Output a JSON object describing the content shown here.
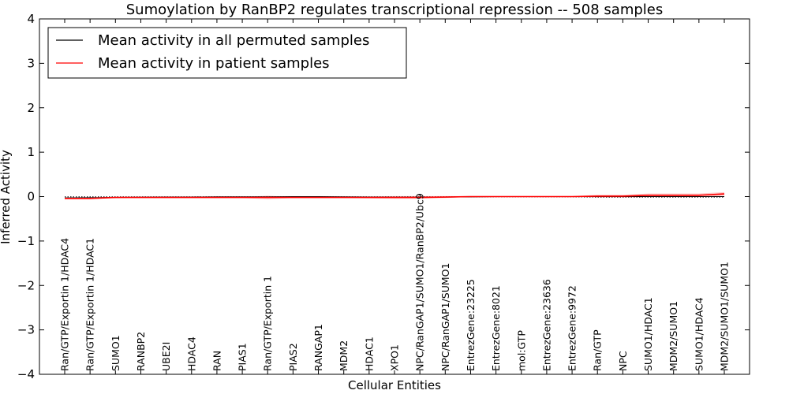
{
  "chart_data": {
    "type": "line",
    "title": "Sumoylation by RanBP2 regulates transcriptional repression -- 508 samples",
    "xlabel": "Cellular Entities",
    "ylabel": "Inferred Activity",
    "ylim": [
      -4,
      4
    ],
    "yticks": [
      -4,
      -3,
      -2,
      -1,
      0,
      1,
      2,
      3,
      4
    ],
    "ytick_labels": [
      "−4",
      "−3",
      "−2",
      "−1",
      "0",
      "1",
      "2",
      "3",
      "4"
    ],
    "grid": false,
    "legend_position": "top-left",
    "categories": [
      "Ran/GTP/Exportin 1/HDAC4",
      "Ran/GTP/Exportin 1/HDAC1",
      "SUMO1",
      "RANBP2",
      "UBE2I",
      "HDAC4",
      "RAN",
      "PIAS1",
      "Ran/GTP/Exportin 1",
      "PIAS2",
      "RANGAP1",
      "MDM2",
      "HDAC1",
      "XPO1",
      "NPC/RanGAP1/SUMO1/RanBP2/Ubc9",
      "NPC/RanGAP1/SUMO1",
      "EntrezGene:23225",
      "EntrezGene:8021",
      "mol:GTP",
      "EntrezGene:23636",
      "EntrezGene:9972",
      "Ran/GTP",
      "NPC",
      "SUMO1/HDAC1",
      "MDM2/SUMO1",
      "SUMO1/HDAC4",
      "MDM2/SUMO1/SUMO1"
    ],
    "series": [
      {
        "name": "Mean activity in all permuted samples",
        "color": "#000000",
        "values": [
          -0.03,
          -0.025,
          -0.02,
          -0.015,
          -0.01,
          -0.01,
          -0.005,
          -0.005,
          -0.005,
          0.0,
          0.0,
          -0.005,
          -0.01,
          -0.015,
          -0.015,
          -0.01,
          -0.005,
          0.0,
          0.0,
          0.0,
          0.0,
          0.0,
          0.0,
          0.0,
          0.0,
          0.0,
          0.0
        ]
      },
      {
        "name": "Mean activity in patient samples",
        "color": "#ff0000",
        "values": [
          -0.04,
          -0.04,
          -0.02,
          -0.02,
          -0.02,
          -0.02,
          -0.02,
          -0.02,
          -0.02,
          -0.02,
          -0.02,
          -0.02,
          -0.02,
          -0.02,
          -0.02,
          -0.01,
          0.0,
          0.0,
          0.0,
          0.0,
          0.0,
          0.01,
          0.01,
          0.03,
          0.03,
          0.03,
          0.06
        ],
        "band": [
          0.02,
          0.02,
          0.01,
          0.01,
          0.01,
          0.01,
          0.01,
          0.01,
          0.04,
          0.01,
          0.01,
          0.01,
          0.02,
          0.03,
          0.03,
          0.02,
          0.01,
          0.01,
          0.01,
          0.01,
          0.01,
          0.03,
          0.03,
          0.04,
          0.04,
          0.04,
          0.04
        ]
      },
      {
        "name": "",
        "color": "#000000",
        "style": "dotted",
        "values": [
          -0.005,
          -0.005,
          -0.005,
          -0.005,
          -0.005,
          -0.005,
          -0.005,
          -0.005,
          -0.005,
          -0.005,
          -0.005,
          -0.005,
          -0.005,
          -0.005,
          -0.005,
          -0.005,
          -0.005,
          -0.005,
          -0.005,
          -0.005,
          -0.005,
          -0.01,
          -0.01,
          -0.01,
          -0.01,
          -0.01,
          -0.01
        ]
      }
    ]
  }
}
